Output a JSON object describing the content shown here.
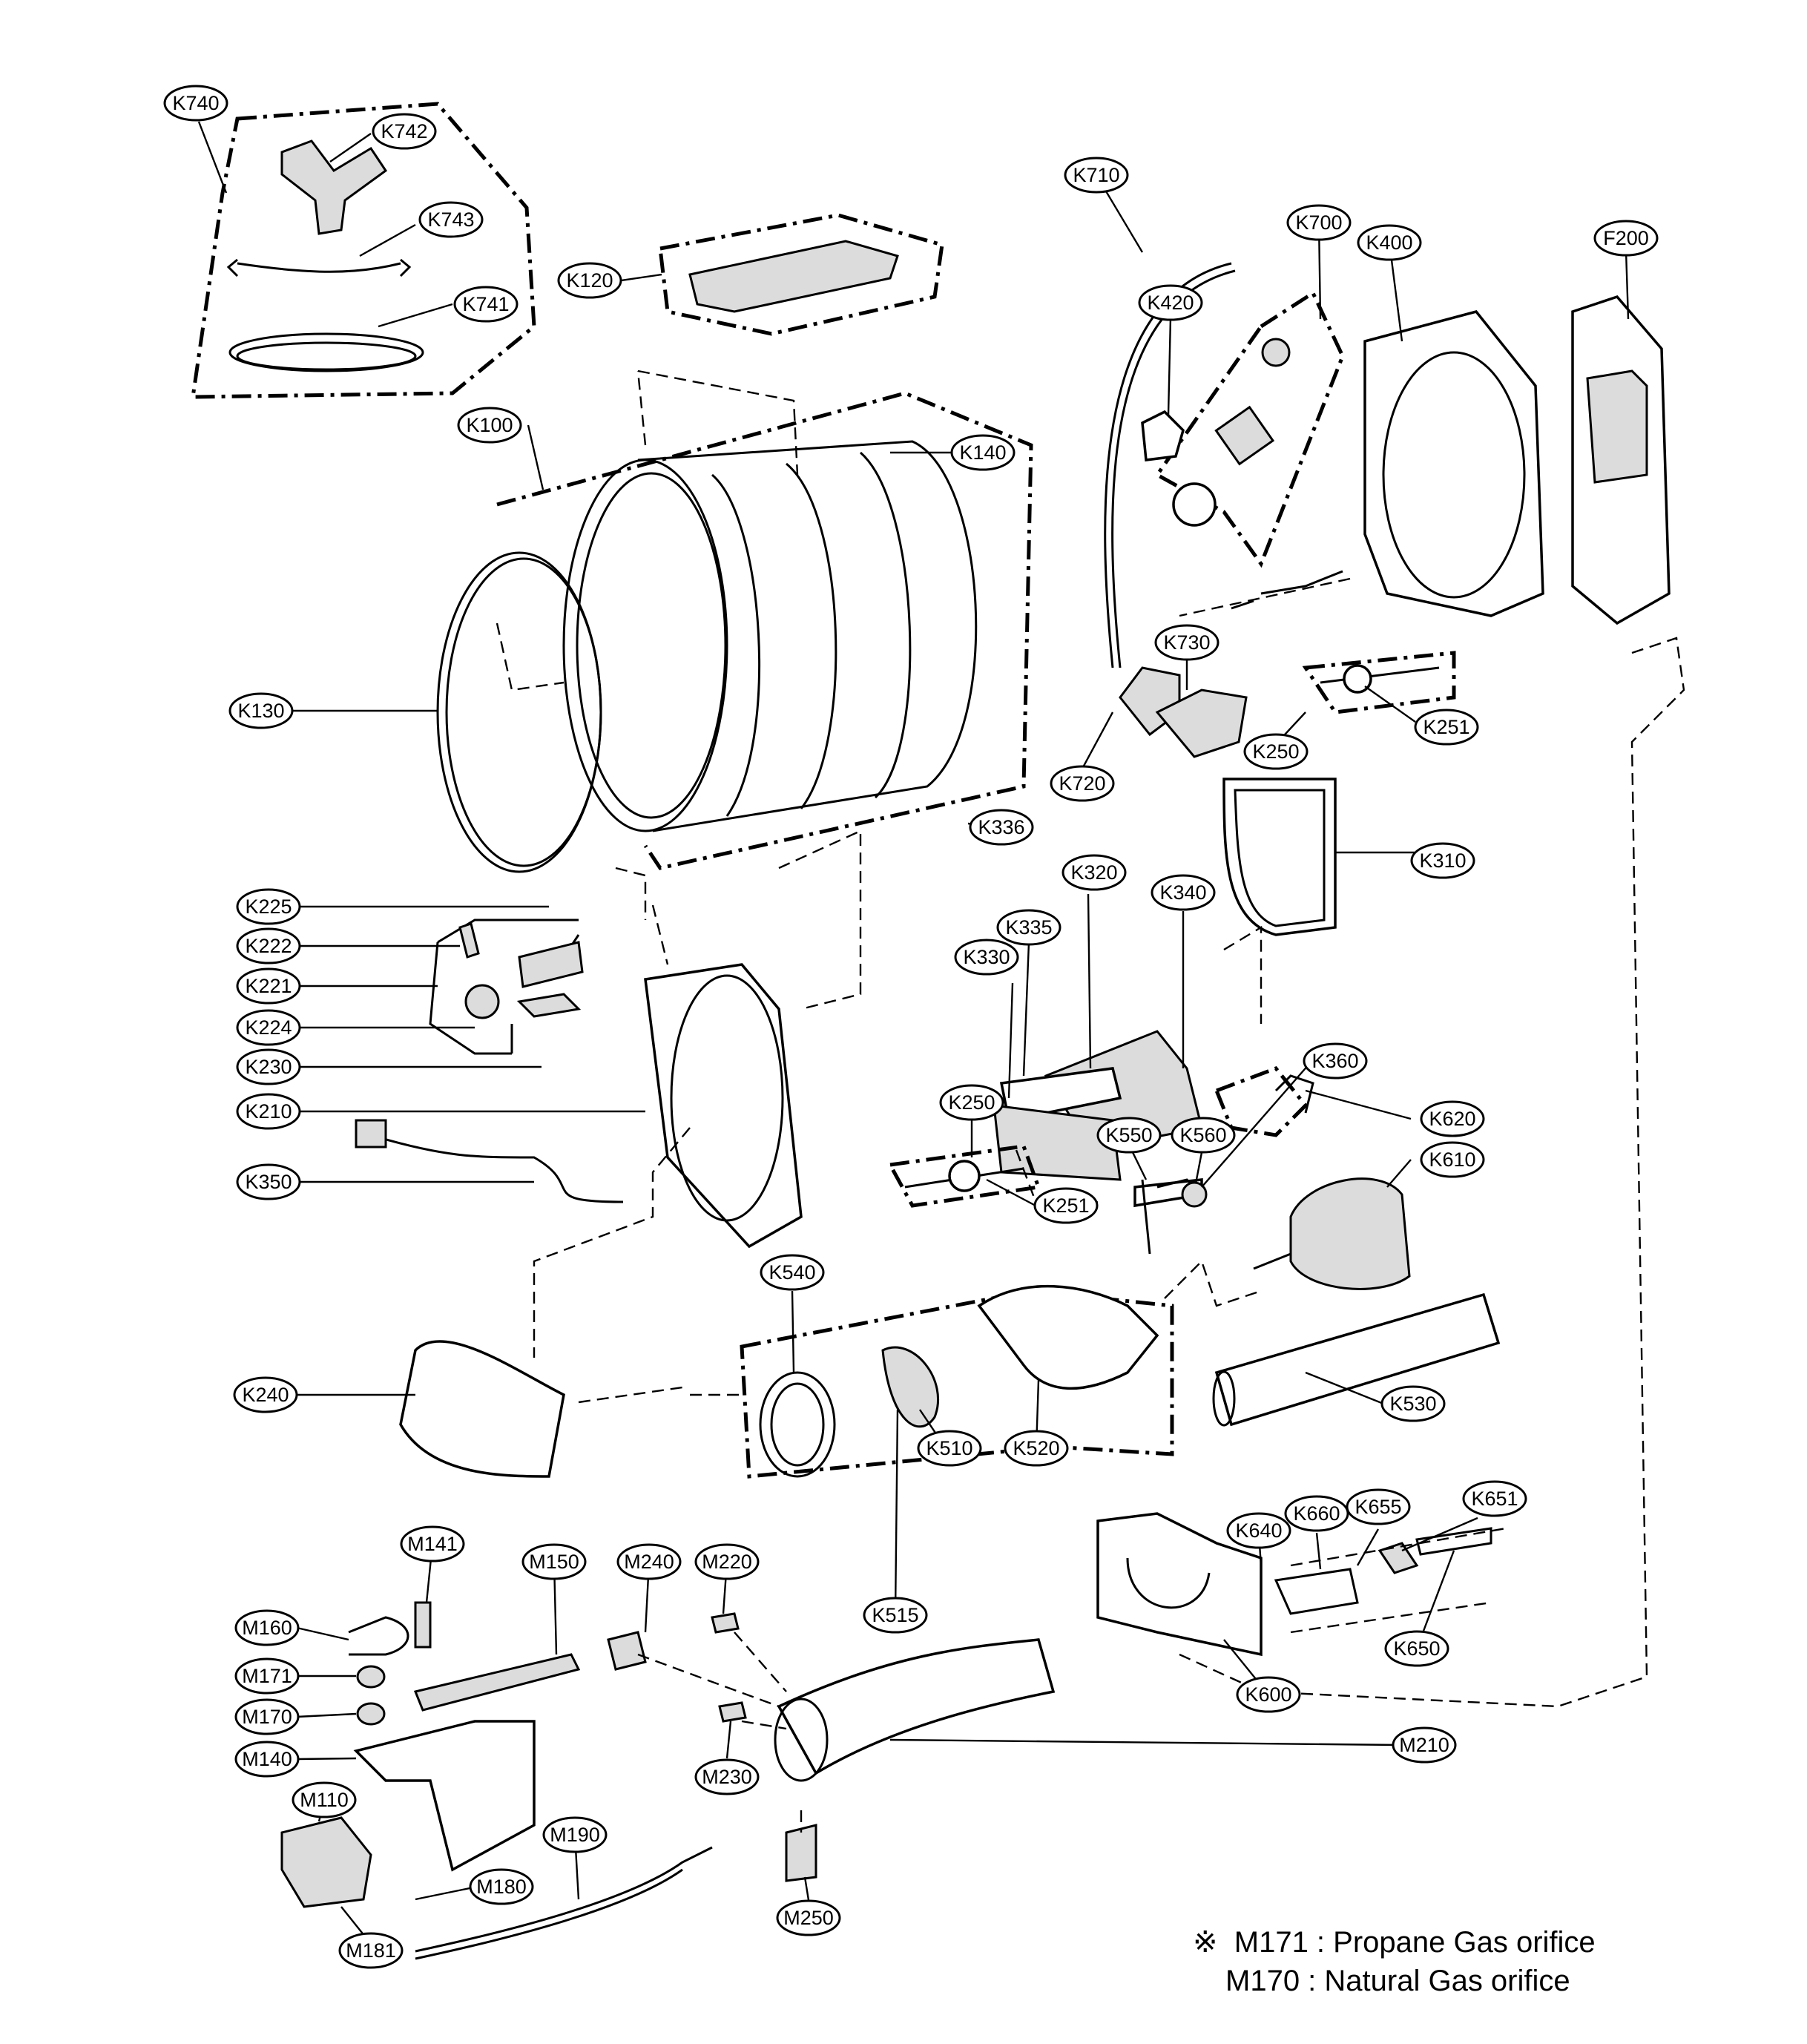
{
  "callouts": [
    {
      "id": "K740",
      "text": "K740"
    },
    {
      "id": "K742",
      "text": "K742"
    },
    {
      "id": "K743",
      "text": "K743"
    },
    {
      "id": "K741",
      "text": "K741"
    },
    {
      "id": "K120",
      "text": "K120"
    },
    {
      "id": "K100",
      "text": "K100"
    },
    {
      "id": "K140",
      "text": "K140"
    },
    {
      "id": "K130",
      "text": "K130"
    },
    {
      "id": "K710",
      "text": "K710"
    },
    {
      "id": "K700",
      "text": "K700"
    },
    {
      "id": "K400",
      "text": "K400"
    },
    {
      "id": "F200",
      "text": "F200"
    },
    {
      "id": "K420",
      "text": "K420"
    },
    {
      "id": "K730",
      "text": "K730"
    },
    {
      "id": "K720",
      "text": "K720"
    },
    {
      "id": "K251a",
      "text": "K251"
    },
    {
      "id": "K250a",
      "text": "K250"
    },
    {
      "id": "K336",
      "text": "K336"
    },
    {
      "id": "K310",
      "text": "K310"
    },
    {
      "id": "K320",
      "text": "K320"
    },
    {
      "id": "K340",
      "text": "K340"
    },
    {
      "id": "K335",
      "text": "K335"
    },
    {
      "id": "K330",
      "text": "K330"
    },
    {
      "id": "K360",
      "text": "K360"
    },
    {
      "id": "K225",
      "text": "K225"
    },
    {
      "id": "K222",
      "text": "K222"
    },
    {
      "id": "K221",
      "text": "K221"
    },
    {
      "id": "K224",
      "text": "K224"
    },
    {
      "id": "K230",
      "text": "K230"
    },
    {
      "id": "K210",
      "text": "K210"
    },
    {
      "id": "K350",
      "text": "K350"
    },
    {
      "id": "K250b",
      "text": "K250"
    },
    {
      "id": "K251b",
      "text": "K251"
    },
    {
      "id": "K550",
      "text": "K550"
    },
    {
      "id": "K560",
      "text": "K560"
    },
    {
      "id": "K620",
      "text": "K620"
    },
    {
      "id": "K610",
      "text": "K610"
    },
    {
      "id": "K540",
      "text": "K540"
    },
    {
      "id": "K240",
      "text": "K240"
    },
    {
      "id": "K510",
      "text": "K510"
    },
    {
      "id": "K520",
      "text": "K520"
    },
    {
      "id": "K530",
      "text": "K530"
    },
    {
      "id": "K515",
      "text": "K515"
    },
    {
      "id": "K640",
      "text": "K640"
    },
    {
      "id": "K660",
      "text": "K660"
    },
    {
      "id": "K655",
      "text": "K655"
    },
    {
      "id": "K651",
      "text": "K651"
    },
    {
      "id": "K650",
      "text": "K650"
    },
    {
      "id": "K600",
      "text": "K600"
    },
    {
      "id": "M141",
      "text": "M141"
    },
    {
      "id": "M150",
      "text": "M150"
    },
    {
      "id": "M240",
      "text": "M240"
    },
    {
      "id": "M220",
      "text": "M220"
    },
    {
      "id": "M160",
      "text": "M160"
    },
    {
      "id": "M171",
      "text": "M171"
    },
    {
      "id": "M170",
      "text": "M170"
    },
    {
      "id": "M140",
      "text": "M140"
    },
    {
      "id": "M110",
      "text": "M110"
    },
    {
      "id": "M190",
      "text": "M190"
    },
    {
      "id": "M180",
      "text": "M180"
    },
    {
      "id": "M181",
      "text": "M181"
    },
    {
      "id": "M230",
      "text": "M230"
    },
    {
      "id": "M210",
      "text": "M210"
    },
    {
      "id": "M250",
      "text": "M250"
    }
  ],
  "note": {
    "symbol": "※",
    "line1": "M171 : Propane Gas orifice",
    "line2": "M170 : Natural Gas orifice"
  }
}
